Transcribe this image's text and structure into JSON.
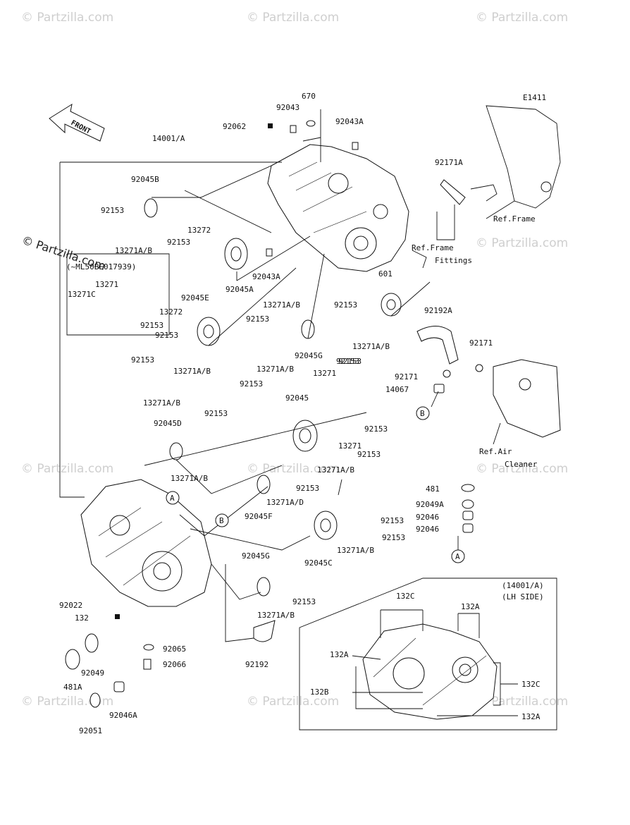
{
  "diagram": {
    "code": "E1411",
    "front_label": "FRONT",
    "watermark": "© Partzilla.com",
    "inset_title": "(14001/A)",
    "inset_subtitle": "(LH SIDE)",
    "note_serial": "(~ML50BE017939)",
    "callouts": {
      "A": "A",
      "B": "B"
    },
    "refs": {
      "frame": "Ref.Frame",
      "frame_fittings_1": "Ref.Frame",
      "frame_fittings_2": "Fittings",
      "air_cleaner_1": "Ref.Air",
      "air_cleaner_2": "Cleaner"
    },
    "parts": [
      "670",
      "92043",
      "92062",
      "92043A",
      "14001/A",
      "92045B",
      "92153",
      "13271A/B",
      "13272",
      "92153",
      "13271C",
      "13271",
      "92153",
      "13272",
      "92045A",
      "92043A",
      "92045E",
      "92153",
      "13271A/B",
      "92153",
      "92153",
      "13271A/B",
      "92153",
      "92045G",
      "92153",
      "13271A/B",
      "601",
      "92153",
      "13271A/B",
      "92153",
      "13271A/B",
      "13271",
      "92153",
      "92045",
      "92045D",
      "92153",
      "13271A/B",
      "92153",
      "13271",
      "92153",
      "13271A/B",
      "92153",
      "13271A/D",
      "92045F",
      "92153",
      "13271A/B",
      "92045G",
      "92045C",
      "92153",
      "13271A/B",
      "92022",
      "132",
      "92049",
      "481A",
      "92065",
      "92066",
      "92192",
      "92046A",
      "92051",
      "92171A",
      "92192A",
      "92171",
      "92171",
      "14067",
      "481",
      "92049A",
      "92046",
      "92046",
      "132C",
      "132A",
      "132A",
      "132B",
      "132C",
      "132A"
    ]
  }
}
